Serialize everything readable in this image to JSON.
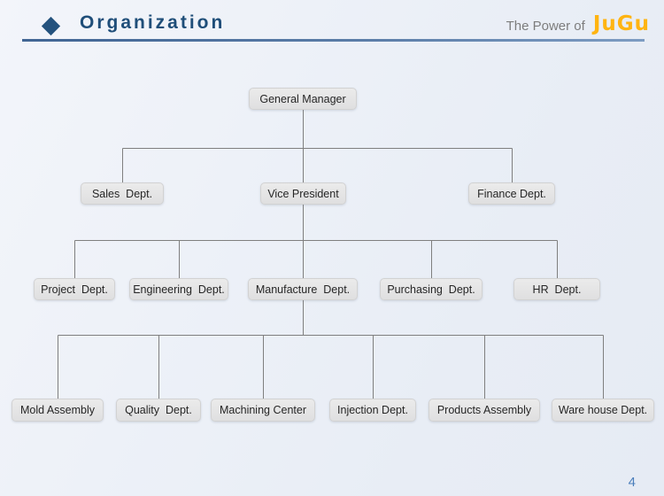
{
  "header": {
    "title": "Organization",
    "tagline": "The Power of",
    "brand": "JuGu"
  },
  "org_chart": {
    "type": "org-tree",
    "root": "General Manager",
    "level2": [
      "Sales  Dept.",
      "Vice President",
      "Finance Dept."
    ],
    "level3": [
      "Project  Dept.",
      "Engineering  Dept.",
      "Manufacture  Dept.",
      "Purchasing  Dept.",
      "HR  Dept."
    ],
    "level4": [
      "Mold Assembly",
      "Quality  Dept.",
      "Machining Center",
      "Injection Dept.",
      "Products Assembly",
      "Ware house Dept."
    ],
    "hierarchy": {
      "General Manager": [
        "Sales  Dept.",
        "Vice President",
        "Finance Dept."
      ],
      "Vice President": [
        "Project  Dept.",
        "Engineering  Dept.",
        "Manufacture  Dept.",
        "Purchasing  Dept.",
        "HR  Dept."
      ],
      "Manufacture  Dept.": [
        "Mold Assembly",
        "Quality  Dept.",
        "Machining Center",
        "Injection Dept.",
        "Products Assembly",
        "Ware house Dept."
      ]
    }
  },
  "footer": {
    "page_number": "4"
  },
  "colors": {
    "accent_navy": "#1F4E79",
    "brand_gold": "#FFB411",
    "header_rule_blue": "#5B7DA8",
    "connector_gray": "#7F7F7F",
    "node_fill": "#E6E6E6",
    "page_number_blue": "#4A7EBB",
    "background": "#EAEFF6"
  }
}
